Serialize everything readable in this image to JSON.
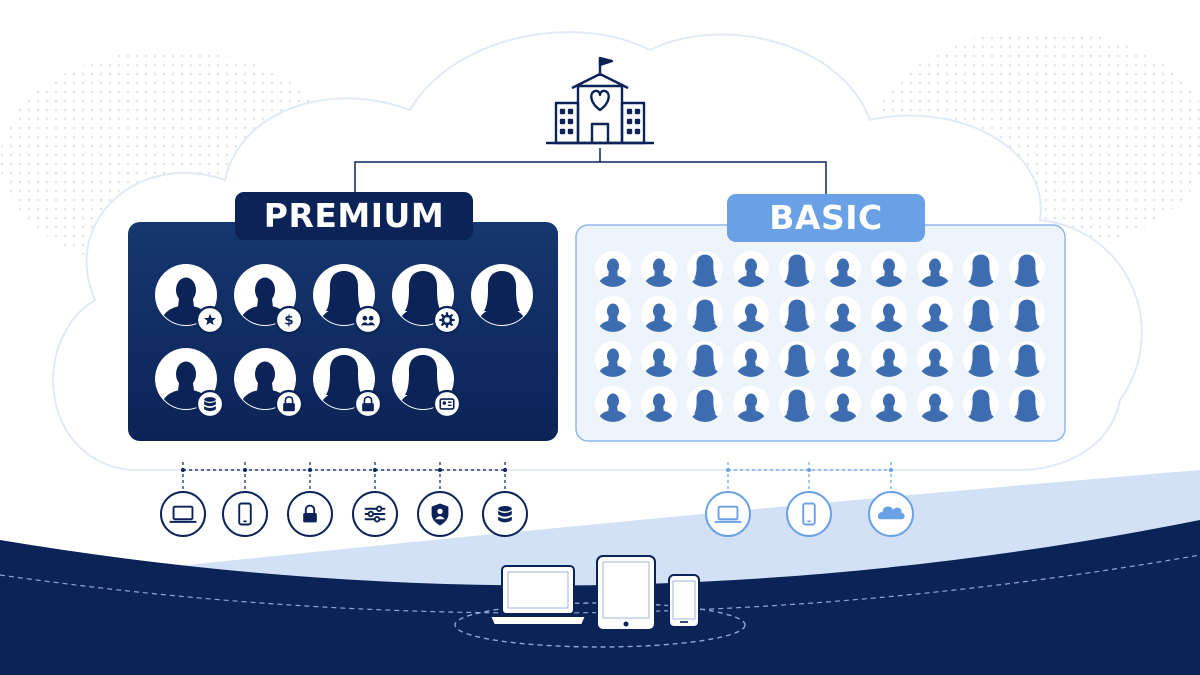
{
  "tiers": {
    "premium": {
      "label": "PREMIUM",
      "users": [
        {
          "gender": "male",
          "badge": "star-icon"
        },
        {
          "gender": "male",
          "badge": "dollar-icon"
        },
        {
          "gender": "female",
          "badge": "team-icon"
        },
        {
          "gender": "female",
          "badge": "gear-icon"
        },
        {
          "gender": "female",
          "badge": ""
        },
        {
          "gender": "male",
          "badge": "database-icon"
        },
        {
          "gender": "male",
          "badge": "lock-icon"
        },
        {
          "gender": "female",
          "badge": "lock-icon"
        },
        {
          "gender": "female",
          "badge": "id-card-icon"
        }
      ],
      "services": [
        "laptop-icon",
        "phone-icon",
        "lock-icon",
        "sliders-icon",
        "shield-user-icon",
        "database-icon"
      ]
    },
    "basic": {
      "label": "BASIC",
      "grid": {
        "rows": 4,
        "columns": 10
      },
      "services": [
        "laptop-icon",
        "phone-icon",
        "cloud-icon"
      ]
    }
  },
  "hub": {
    "icon": "school-building-icon"
  },
  "devices": [
    "laptop-icon",
    "tablet-icon",
    "phone-icon"
  ],
  "colors": {
    "navy": "#0b2357",
    "premium_panel": "#0e2a63",
    "basic_accent": "#6aa1e6",
    "basic_panel": "#eef4fc",
    "basic_user": "#3d6db0",
    "cloud": "#ffffff"
  }
}
